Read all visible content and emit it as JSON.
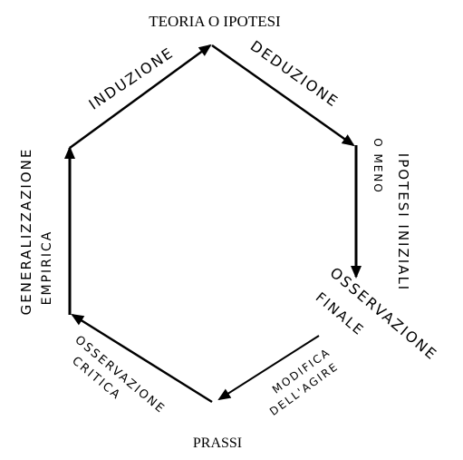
{
  "diagram": {
    "stroke_color": "#000000",
    "background_color": "#ffffff",
    "nodes": {
      "top": "TEORIA O IPOTESI",
      "bottom": "PRASSI"
    },
    "edges": {
      "induzione": "INDUZIONE",
      "deduzione": "DEDUZIONE",
      "ipotesi_line1": "IPOTESI INIZIALI",
      "ipotesi_line2": "O MENO",
      "osservazione_finale_line1": "OSSERVAZIONE",
      "osservazione_finale_line2": "FINALE",
      "modifica_line1": "MODIFICA",
      "modifica_line2": "DELL'AGIRE",
      "osservazione_critica_line1": "OSSERVAZIONE",
      "osservazione_critica_line2": "CRITICA",
      "generalizzazione_line1": "GENERALIZZAZIONE",
      "generalizzazione_line2": "EMPIRICA"
    }
  }
}
